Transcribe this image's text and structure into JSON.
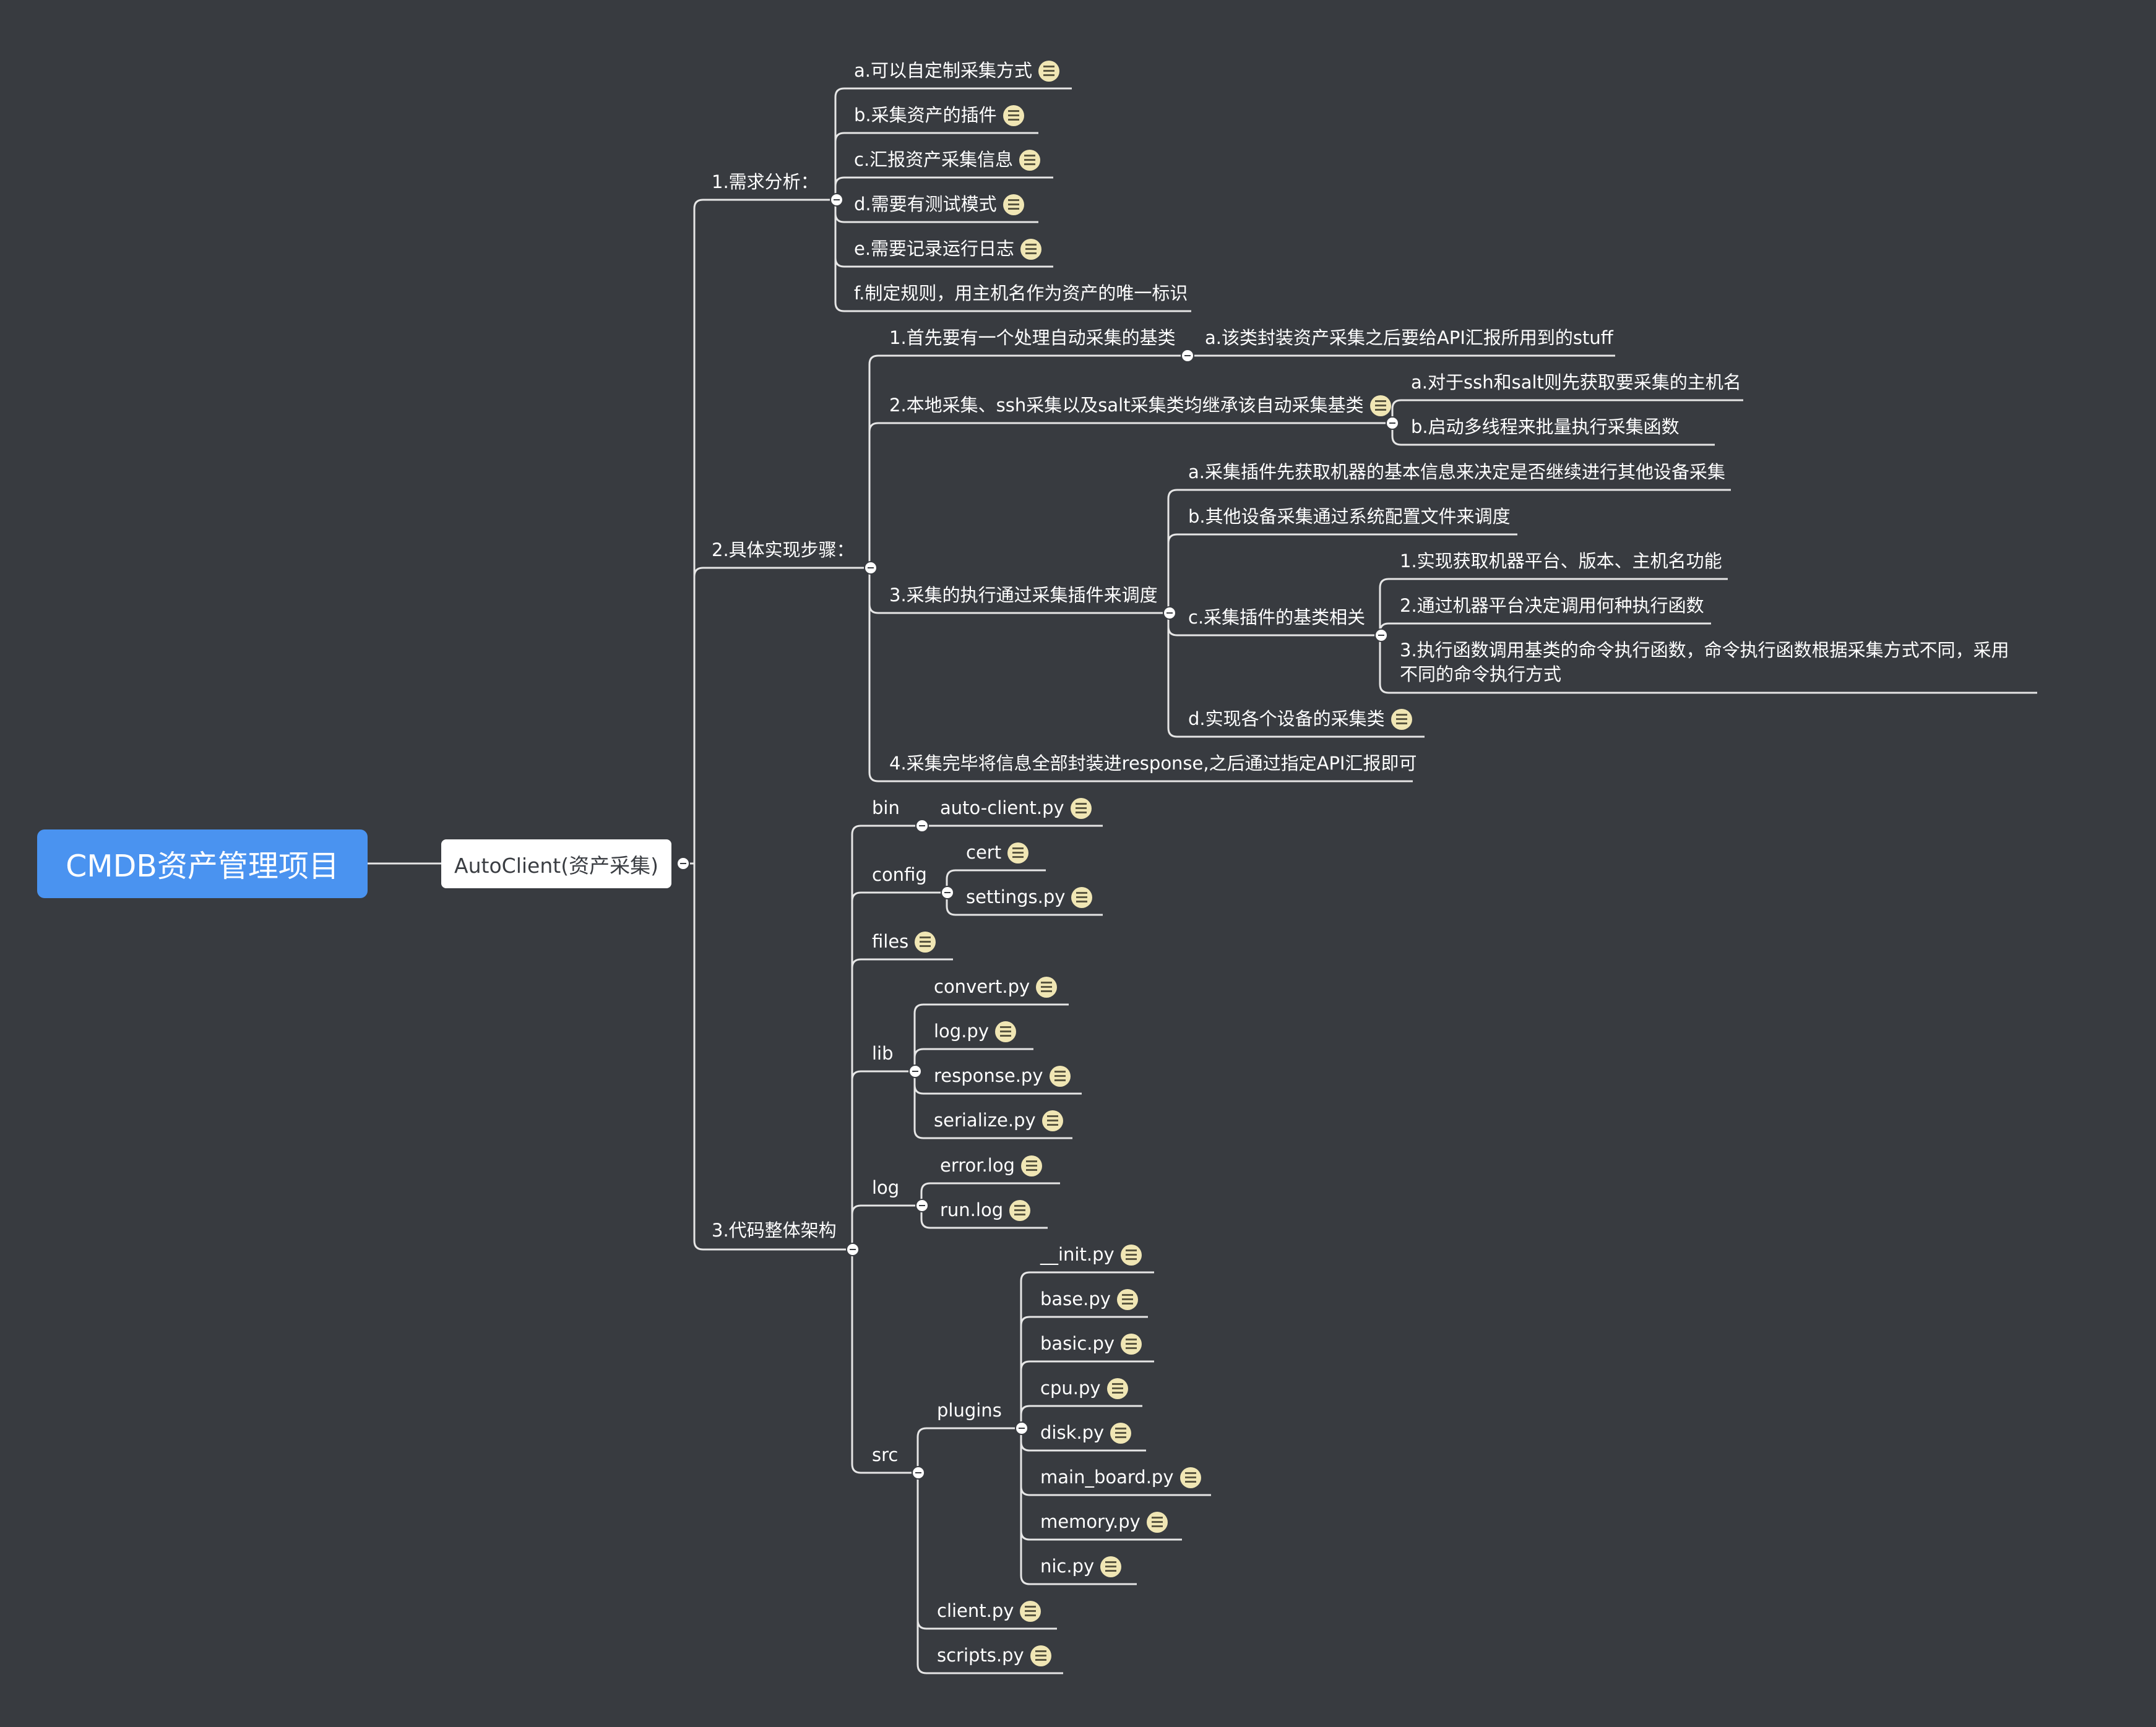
{
  "root": {
    "label": "CMDB资产管理项目"
  },
  "main": {
    "label": "AutoClient(资产采集)"
  },
  "section1": {
    "label": "1.需求分析：",
    "items": [
      {
        "label": "a.可以自定制采集方式",
        "note": true
      },
      {
        "label": "b.采集资产的插件",
        "note": true
      },
      {
        "label": "c.汇报资产采集信息",
        "note": true
      },
      {
        "label": "d.需要有测试模式",
        "note": true
      },
      {
        "label": "e.需要记录运行日志",
        "note": true
      },
      {
        "label": "f.制定规则，用主机名作为资产的唯一标识",
        "note": false
      }
    ]
  },
  "section2": {
    "label": "2.具体实现步骤：",
    "step1": {
      "label": "1.首先要有一个处理自动采集的基类",
      "child": "a.该类封装资产采集之后要给API汇报所用到的stuff"
    },
    "step2": {
      "label": "2.本地采集、ssh采集以及salt采集类均继承该自动采集基类",
      "children": [
        "a.对于ssh和salt则先获取要采集的主机名",
        "b.启动多线程来批量执行采集函数"
      ]
    },
    "step3": {
      "label": "3.采集的执行通过采集插件来调度",
      "a": "a.采集插件先获取机器的基本信息来决定是否继续进行其他设备采集",
      "b": "b.其他设备采集通过系统配置文件来调度",
      "c": {
        "label": "c.采集插件的基类相关",
        "children": [
          "1.实现获取机器平台、版本、主机名功能",
          "2.通过机器平台决定调用何种执行函数",
          "3.执行函数调用基类的命令执行函数，命令执行函数根据采集方式不同，采用不同的命令执行方式"
        ]
      },
      "d": "d.实现各个设备的采集类"
    },
    "step4": {
      "label": "4.采集完毕将信息全部封装进response,之后通过指定API汇报即可"
    }
  },
  "section3": {
    "label": "3.代码整体架构",
    "bin": {
      "label": "bin",
      "children": [
        "auto-client.py"
      ]
    },
    "config": {
      "label": "config",
      "children": [
        "cert",
        "settings.py"
      ]
    },
    "files": {
      "label": "files"
    },
    "lib": {
      "label": "lib",
      "children": [
        "convert.py",
        "log.py",
        "response.py",
        "serialize.py"
      ]
    },
    "log": {
      "label": "log",
      "children": [
        "error.log",
        "run.log"
      ]
    },
    "src": {
      "label": "src",
      "plugins": {
        "label": "plugins",
        "children": [
          "__init.py",
          "base.py",
          "basic.py",
          "cpu.py",
          "disk.py",
          "main_board.py",
          "memory.py",
          "nic.py"
        ]
      },
      "children": [
        "client.py",
        "scripts.py"
      ]
    }
  }
}
